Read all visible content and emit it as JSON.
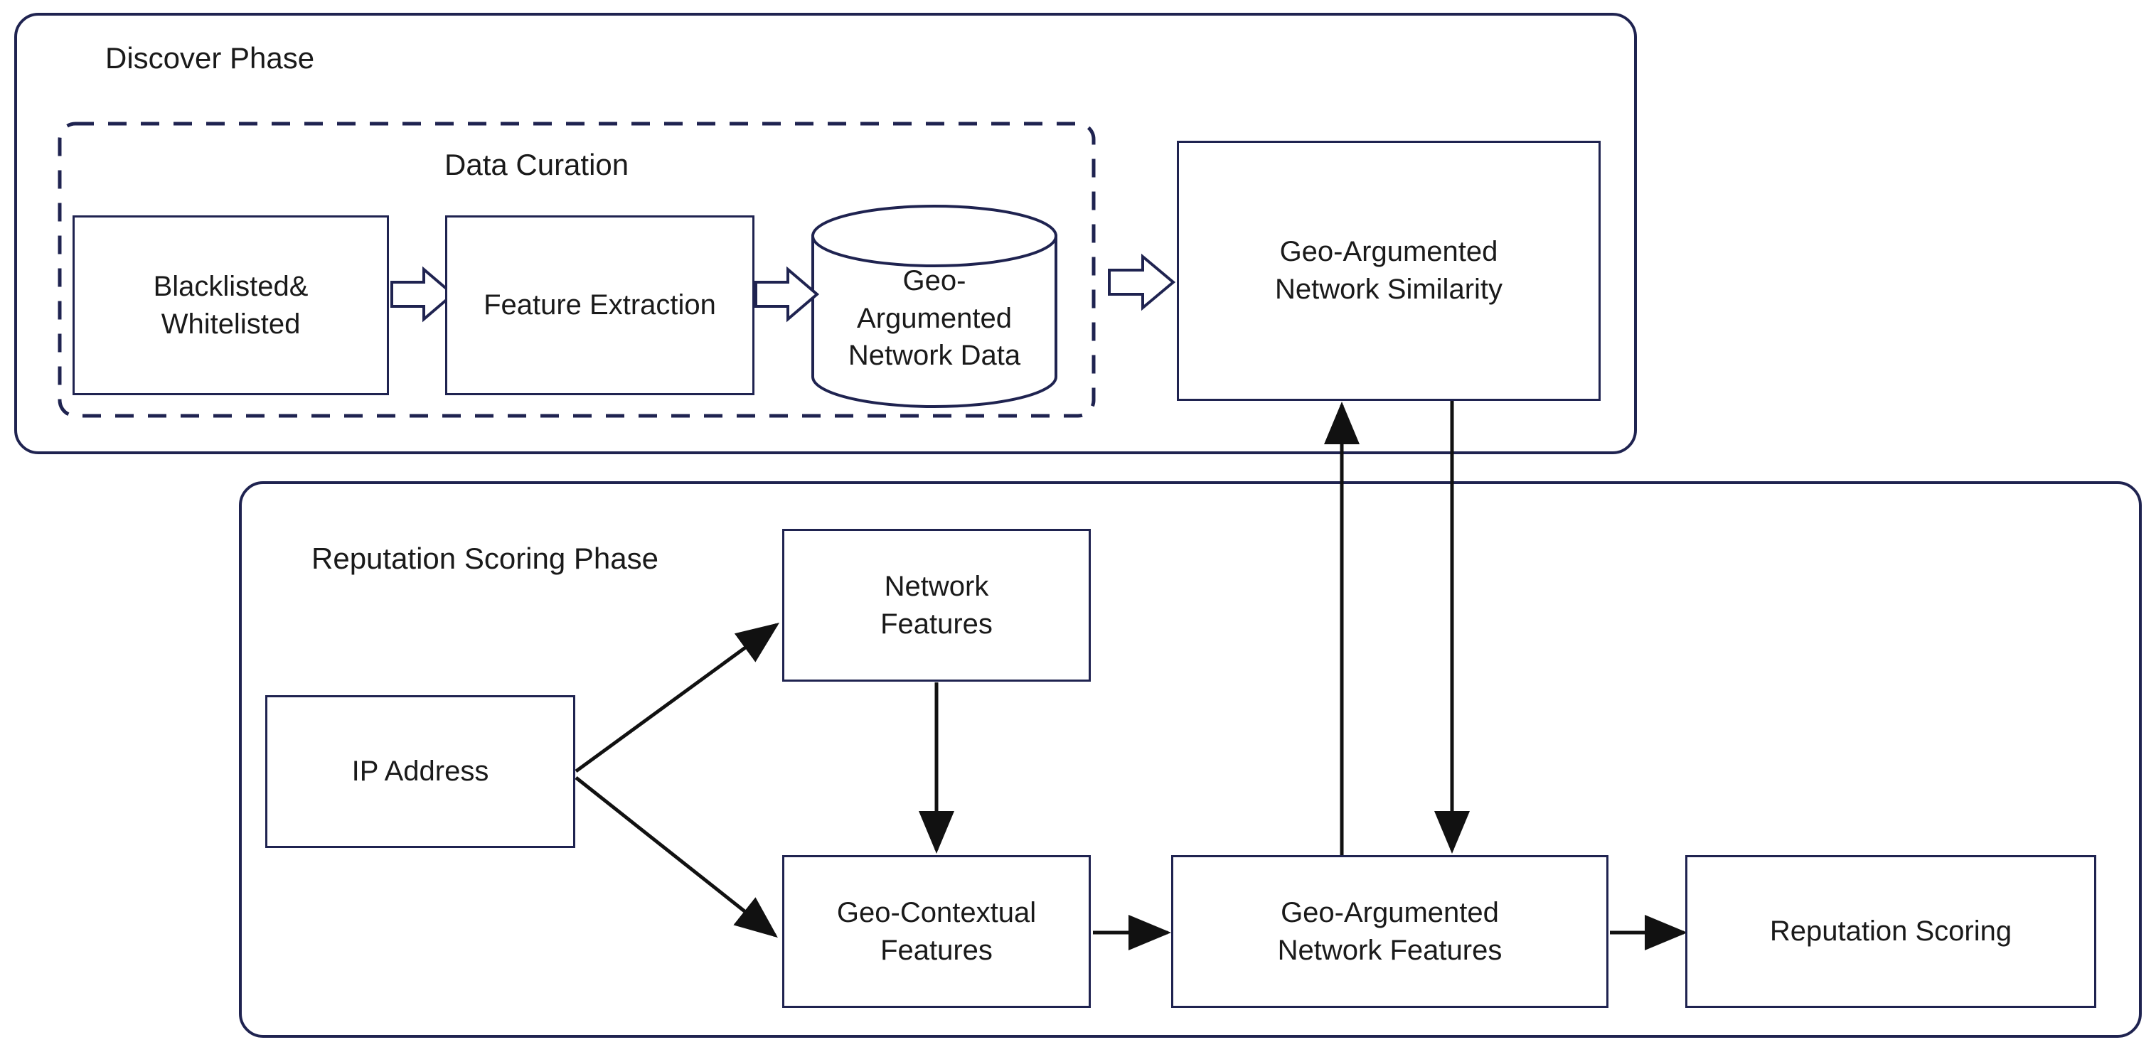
{
  "diagram": {
    "title_sections": [
      {
        "id": "discover-phase",
        "label": "Discover Phase"
      },
      {
        "id": "reputation-scoring-phase",
        "label": "Reputation Scoring Phase"
      }
    ],
    "groups": [
      {
        "id": "data-curation",
        "label": "Data Curation",
        "style": "dashed"
      }
    ],
    "colors": {
      "border": "#1f2350",
      "arrow": "#111111",
      "text": "#1a1a1a",
      "background": "#ffffff"
    },
    "nodes": [
      {
        "id": "blacklisted-whitelisted",
        "label": "Blacklisted&\nWhitelisted",
        "shape": "rect"
      },
      {
        "id": "feature-extraction",
        "label": "Feature Extraction",
        "shape": "rect"
      },
      {
        "id": "geo-argumented-network-data",
        "label": "Geo-\nArgumented\nNetwork Data",
        "shape": "cylinder"
      },
      {
        "id": "geo-argumented-network-similarity",
        "label": "Geo-Argumented\nNetwork Similarity",
        "shape": "rect"
      },
      {
        "id": "ip-address",
        "label": "IP Address",
        "shape": "rect"
      },
      {
        "id": "network-features",
        "label": "Network\nFeatures",
        "shape": "rect"
      },
      {
        "id": "geo-contextual-features",
        "label": "Geo-Contextual\nFeatures",
        "shape": "rect"
      },
      {
        "id": "geo-argumented-network-features",
        "label": "Geo-Argumented\nNetwork Features",
        "shape": "rect"
      },
      {
        "id": "reputation-scoring",
        "label": "Reputation Scoring",
        "shape": "rect"
      }
    ],
    "edges": [
      {
        "from": "blacklisted-whitelisted",
        "to": "feature-extraction",
        "style": "block-arrow"
      },
      {
        "from": "feature-extraction",
        "to": "geo-argumented-network-data",
        "style": "block-arrow"
      },
      {
        "from": "geo-argumented-network-data",
        "to": "geo-argumented-network-similarity",
        "style": "block-arrow"
      },
      {
        "from": "ip-address",
        "to": "network-features",
        "style": "line-arrow"
      },
      {
        "from": "ip-address",
        "to": "geo-contextual-features",
        "style": "line-arrow"
      },
      {
        "from": "network-features",
        "to": "geo-contextual-features",
        "style": "line-arrow"
      },
      {
        "from": "geo-contextual-features",
        "to": "geo-argumented-network-features",
        "style": "line-arrow"
      },
      {
        "from": "geo-argumented-network-features",
        "to": "geo-argumented-network-similarity",
        "style": "line-arrow"
      },
      {
        "from": "geo-argumented-network-similarity",
        "to": "geo-argumented-network-features",
        "style": "line-arrow"
      },
      {
        "from": "geo-argumented-network-features",
        "to": "reputation-scoring",
        "style": "line-arrow"
      }
    ]
  }
}
